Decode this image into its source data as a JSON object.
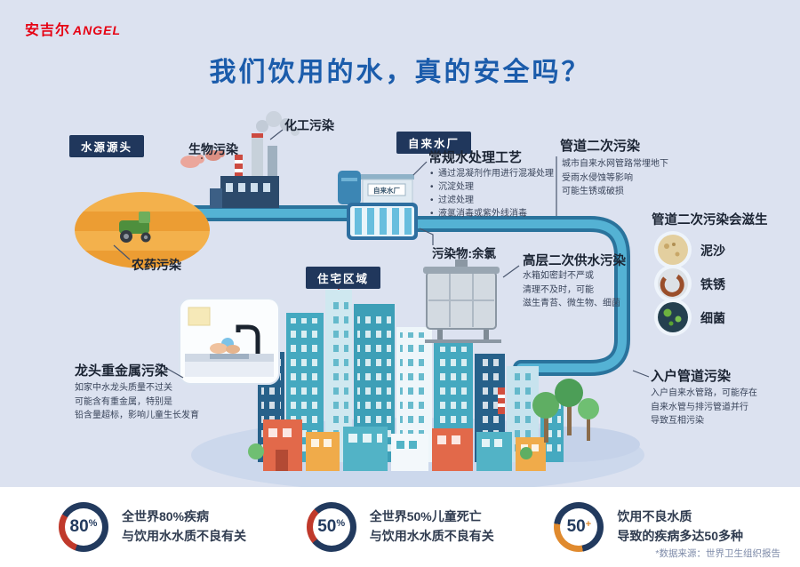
{
  "brand": {
    "cn": "安吉尔",
    "en": "ANGEL"
  },
  "title": "我们饮用的水，真的安全吗？",
  "source": {
    "badge": "水源源头",
    "bio": "生物污染",
    "chem": "化工污染",
    "pesticide": "农药污染"
  },
  "plant": {
    "badge": "自来水厂",
    "sign": "自来水厂",
    "process_title": "常规水处理工艺",
    "process_items": [
      "通过混凝剂作用进行混凝处理",
      "沉淀处理",
      "过滤处理",
      "液氯消毒或紫外线消毒"
    ],
    "pollutant": "污染物:余氯"
  },
  "pipe": {
    "title": "管道二次污染",
    "desc": [
      "城市自来水网管路常埋地下",
      "受雨水侵蚀等影响",
      "可能生锈或破损"
    ],
    "breeds_title": "管道二次污染会滋生",
    "breeds": [
      {
        "label": "泥沙"
      },
      {
        "label": "铁锈"
      },
      {
        "label": "细菌"
      }
    ]
  },
  "residential": {
    "badge": "住宅区域",
    "highrise_title": "高层二次供水污染",
    "highrise_desc": [
      "水箱如密封不严或",
      "清理不及时，可能",
      "滋生青苔、微生物、细菌"
    ],
    "faucet_title": "龙头重金属污染",
    "faucet_desc": [
      "如家中水龙头质量不过关",
      "可能含有重金属，特别是",
      "铅含量超标，影响儿童生长发育"
    ],
    "entry_title": "入户管道污染",
    "entry_desc": [
      "入户自来水管路，可能存在",
      "自来水管与排污管道并行",
      "导致互相污染"
    ]
  },
  "stats": {
    "items": [
      {
        "value": "80",
        "suffix": "%",
        "line1": "全世界80%疾病",
        "line2": "与饮用水水质不良有关",
        "accent": "#c0392b"
      },
      {
        "value": "50",
        "suffix": "%",
        "line1": "全世界50%儿童死亡",
        "line2": "与饮用水水质不良有关",
        "accent": "#c0392b"
      },
      {
        "value": "50",
        "suffix": "+",
        "line1": "饮用不良水质",
        "line2": "导致的疾病多达50多种",
        "accent": "#e08a2e"
      }
    ],
    "footnote": "*数据来源：世界卫生组织报告"
  },
  "colors": {
    "background": "#dce2f0",
    "title_blue": "#1b5cab",
    "brand_red": "#e60012",
    "badge_navy": "#20375c",
    "pipe_blue": "#2a739c",
    "pipe_light": "#54b2d4",
    "stat_navy": "#223a5e",
    "stat_red": "#c0392b",
    "stat_orange": "#e08a2e"
  }
}
